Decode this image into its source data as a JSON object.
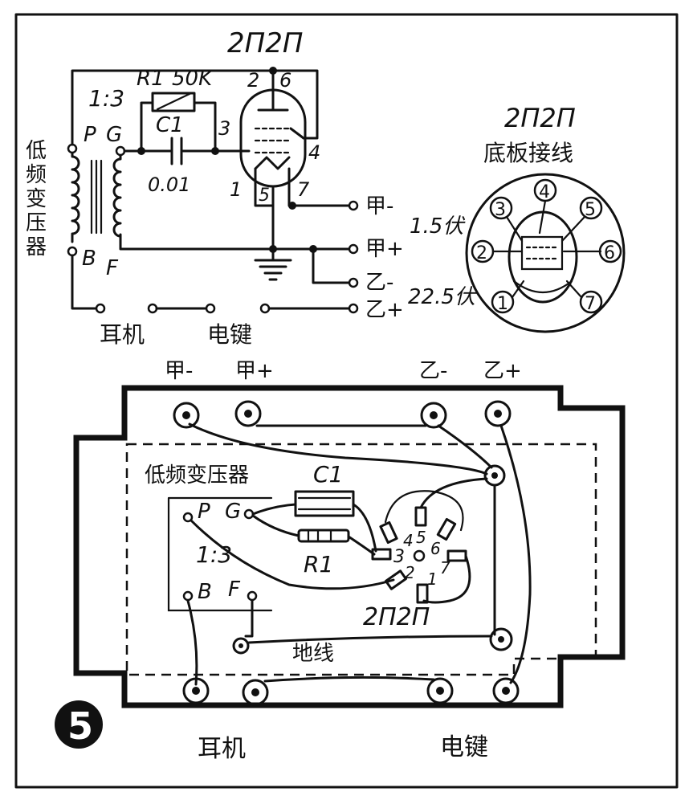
{
  "schematic": {
    "tube_type": "2П2П",
    "ratio": "1:3",
    "r1_label": "R1",
    "r1_value": "50K",
    "c1_label": "C1",
    "c1_value": "0.01",
    "transformer_label": "低频变压器",
    "transformer_p": "P",
    "transformer_g": "G",
    "transformer_b": "B",
    "transformer_f": "F",
    "pin_2": "2",
    "pin_6": "6",
    "pin_3": "3",
    "pin_4": "4",
    "pin_1": "1",
    "pin_5": "5",
    "pin_7": "7",
    "term_a_minus": "甲-",
    "term_a_plus": "甲+",
    "term_b_minus": "乙-",
    "term_b_plus": "乙+",
    "voltage_a": "1.5伏",
    "voltage_b": "22.5伏",
    "earphone": "耳机",
    "key": "电键"
  },
  "base_diagram": {
    "tube_type": "2П2П",
    "title": "底板接线",
    "pins": [
      "1",
      "2",
      "3",
      "4",
      "5",
      "6",
      "7"
    ]
  },
  "layout": {
    "term_a_minus": "甲-",
    "term_a_plus": "甲+",
    "term_b_minus": "乙-",
    "term_b_plus": "乙+",
    "transformer_label": "低频变压器",
    "c1_label": "C1",
    "r1_label": "R1",
    "ratio": "1:3",
    "p": "P",
    "g": "G",
    "b": "B",
    "f": "F",
    "tube_type": "2П2П",
    "ground_wire": "地线",
    "earphone": "耳机",
    "key": "电键",
    "socket_pins": [
      "4",
      "5",
      "6",
      "3",
      "2",
      "1",
      "7"
    ]
  },
  "figure_number": "5"
}
